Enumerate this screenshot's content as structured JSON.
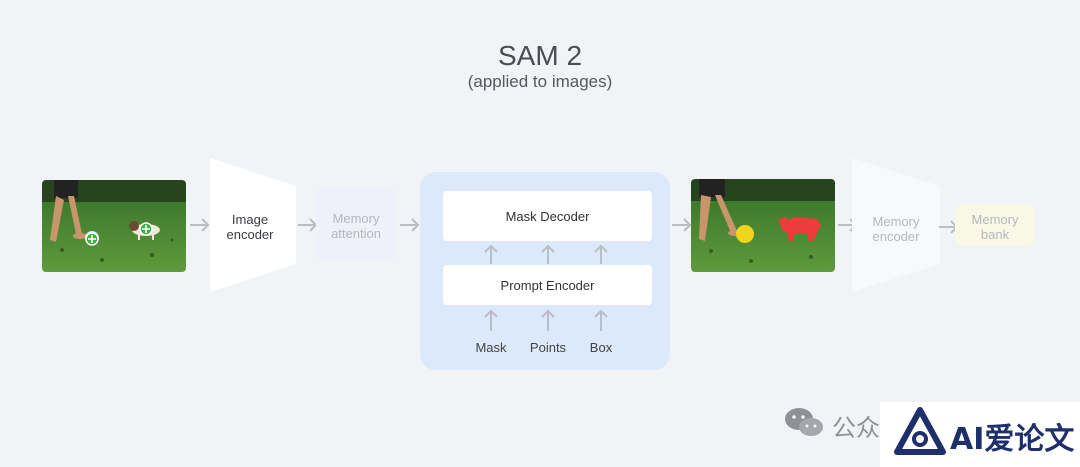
{
  "title": "SAM 2",
  "subtitle": "(applied to images)",
  "blocks": {
    "image_encoder": "Image\nencoder",
    "memory_attention": "Memory\nattention",
    "mask_decoder": "Mask Decoder",
    "prompt_encoder": "Prompt Encoder",
    "memory_encoder": "Memory\nencoder",
    "memory_bank": "Memory\nbank"
  },
  "prompts": [
    "Mask",
    "Points",
    "Box"
  ],
  "watermark": {
    "wechat_text": "公众",
    "brand_text": "AI爱论文"
  },
  "colors": {
    "background": "#f1f4f7",
    "panel": "#dbe9fb",
    "memory_attention_bg": "#eef0fa",
    "memory_bank_bg": "#f9f8e6",
    "point_marker": "#3cb043",
    "mask_overlay": "#ef3b3b",
    "ball_overlay": "#f3d41c",
    "brand": "#1f2f6b"
  }
}
